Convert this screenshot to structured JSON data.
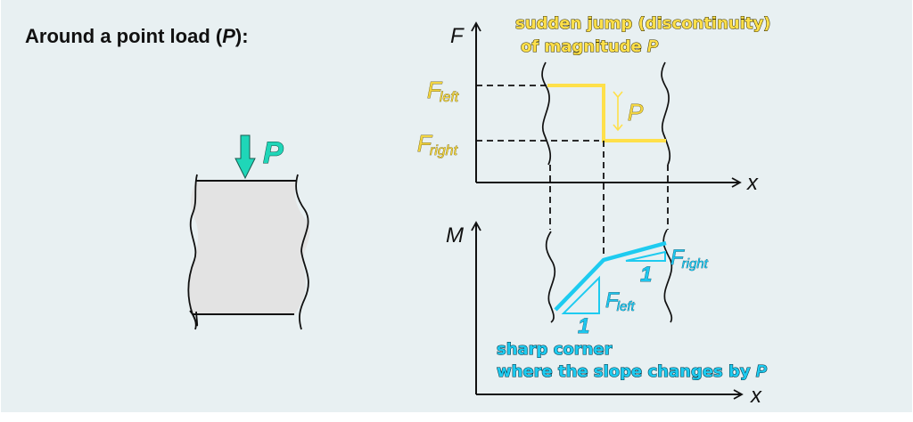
{
  "title": {
    "prefix": "Around a point load (",
    "symbol": "P",
    "suffix": "):"
  },
  "beam": {
    "load_label": "P",
    "load_color": "#1fd6b8",
    "fill_color": "#e3e3e3"
  },
  "shear_diagram": {
    "y_axis_label": "F",
    "x_axis_label": "x",
    "annotation_line1": "sudden jump (discontinuity)",
    "annotation_line2": "of magnitude ",
    "annotation_symbol": "P",
    "f_left_main": "F",
    "f_left_sub": "left",
    "f_right_main": "F",
    "f_right_sub": "right",
    "jump_label": "P",
    "line_color": "#ffe04a"
  },
  "moment_diagram": {
    "y_axis_label": "M",
    "x_axis_label": "x",
    "slope_left_main": "F",
    "slope_left_sub": "left",
    "slope_left_run": "1",
    "slope_right_main": "F",
    "slope_right_sub": "right",
    "slope_right_run": "1",
    "annotation_line1": "sharp corner",
    "annotation_line2": "where the slope changes by ",
    "annotation_symbol": "P",
    "line_color": "#1ecbf0"
  }
}
